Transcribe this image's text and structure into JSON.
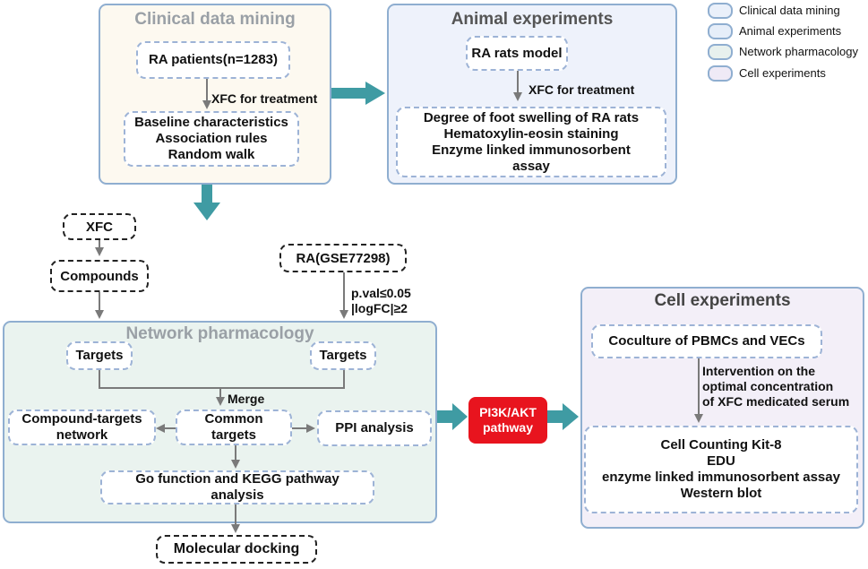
{
  "legend": [
    {
      "label": "Clinical data mining",
      "color": "#eaf0fa"
    },
    {
      "label": "Animal experiments",
      "color": "#e6eef9"
    },
    {
      "label": "Network pharmacology",
      "color": "#e8f1ee"
    },
    {
      "label": "Cell experiments",
      "color": "#efeaf6"
    }
  ],
  "clinical": {
    "title": "Clinical data mining",
    "patients": "RA patients(n=1283)",
    "treatment_label": "XFC for treatment",
    "methods": [
      "Baseline characteristics",
      "Association rules",
      "Random walk"
    ]
  },
  "animal": {
    "title": "Animal experiments",
    "model": "RA rats model",
    "treatment_label": "XFC for treatment",
    "methods": [
      "Degree of foot swelling of RA rats",
      "Hematoxylin-eosin staining",
      "Enzyme linked immunosorbent",
      "assay"
    ]
  },
  "network": {
    "title": "Network pharmacology",
    "xfc": "XFC",
    "compounds": "Compounds",
    "ra_dataset": "RA(GSE77298)",
    "filter": [
      "p.val≤0.05",
      "|logFC|≥2"
    ],
    "targets_left": "Targets",
    "targets_right": "Targets",
    "merge_label": "Merge",
    "common_targets": [
      "Common",
      "targets"
    ],
    "compound_network": [
      "Compound-targets",
      "network"
    ],
    "ppi": "PPI analysis",
    "go_kegg": [
      "Go function and KEGG pathway",
      "analysis"
    ],
    "docking": "Molecular docking"
  },
  "pathway": [
    "PI3K/AKT",
    "pathway"
  ],
  "cell": {
    "title": "Cell experiments",
    "coculture": "Coculture of PBMCs and  VECs",
    "intervention": [
      "Intervention on the",
      "optimal concentration",
      "of XFC medicated serum"
    ],
    "methods": [
      "Cell Counting Kit-8",
      "EDU",
      "enzyme linked immunosorbent assay",
      "Western blot"
    ]
  },
  "colors": {
    "panel_border": "#8faed0",
    "clinical_bg": "#fdf9f0",
    "animal_bg": "#eef2fb",
    "network_bg": "#eaf3ef",
    "cell_bg": "#f3eff8",
    "teal_arrow": "#3f9ba3",
    "gray_arrow": "#7a7a7a",
    "pathway_red": "#e8141e"
  }
}
